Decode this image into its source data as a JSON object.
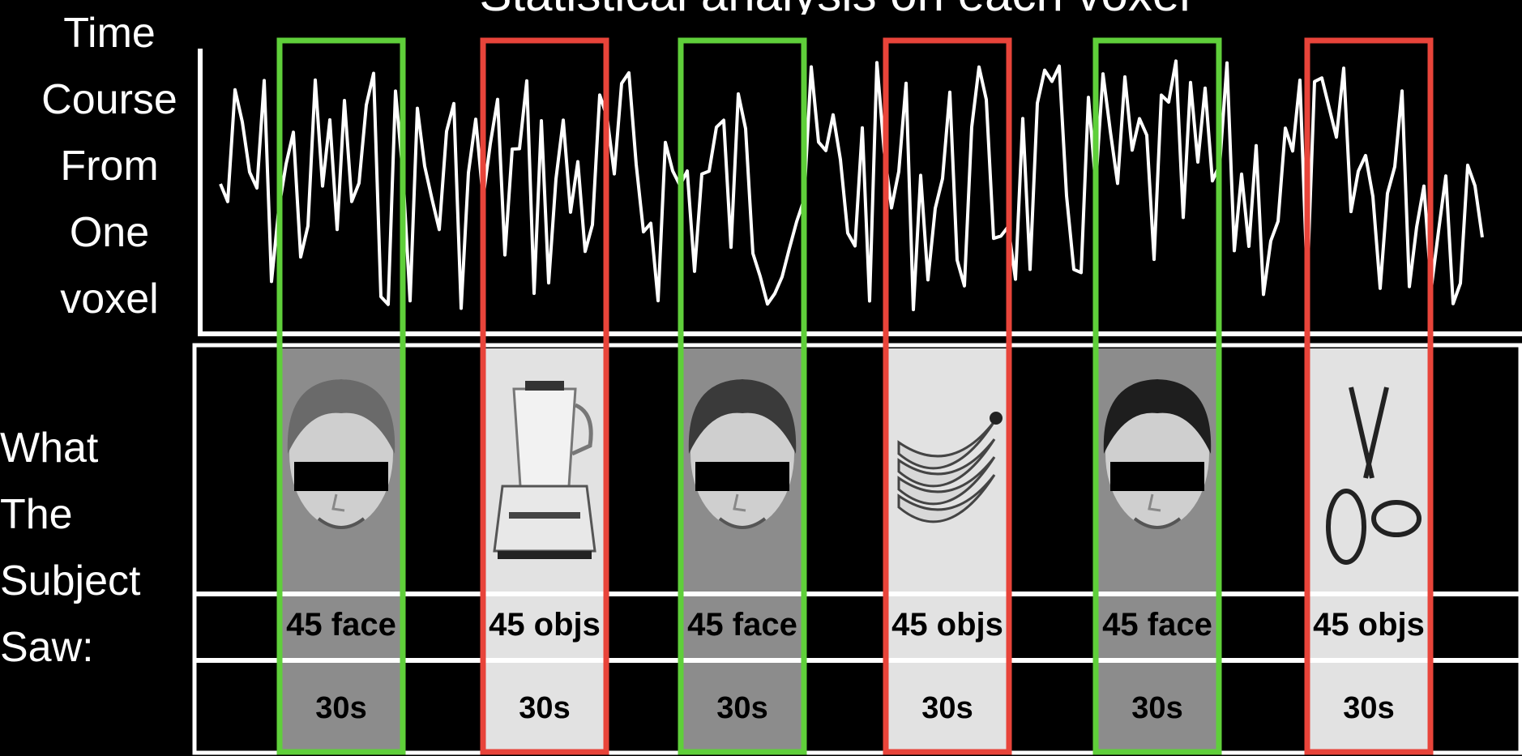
{
  "title": "Statistical analysis on each voxel",
  "labels": {
    "time_course": [
      "Time",
      "Course",
      "From",
      "One",
      "voxel"
    ],
    "subject_saw": [
      "What",
      "The",
      "Subject",
      "Saw:"
    ]
  },
  "blocks": [
    {
      "label": "45 face",
      "duration": "30s",
      "kind": "face",
      "stimulus": "face-image-1",
      "frame_color": "#5fcf3a",
      "bg": "#8c8c8c"
    },
    {
      "label": "45 objs",
      "duration": "30s",
      "kind": "object",
      "stimulus": "blender-image",
      "frame_color": "#e8443a",
      "bg": "#e2e2e2"
    },
    {
      "label": "45 face",
      "duration": "30s",
      "kind": "face",
      "stimulus": "face-image-2",
      "frame_color": "#5fcf3a",
      "bg": "#8c8c8c"
    },
    {
      "label": "45 objs",
      "duration": "30s",
      "kind": "object",
      "stimulus": "bananas-image",
      "frame_color": "#e8443a",
      "bg": "#e2e2e2"
    },
    {
      "label": "45 face",
      "duration": "30s",
      "kind": "face",
      "stimulus": "face-image-3",
      "frame_color": "#5fcf3a",
      "bg": "#8c8c8c"
    },
    {
      "label": "45 objs",
      "duration": "30s",
      "kind": "object",
      "stimulus": "scissors-image",
      "frame_color": "#e8443a",
      "bg": "#e2e2e2"
    }
  ],
  "colors": {
    "background": "#000000",
    "line": "#ffffff",
    "face_frame": "#5fcf3a",
    "object_frame": "#e8443a"
  }
}
